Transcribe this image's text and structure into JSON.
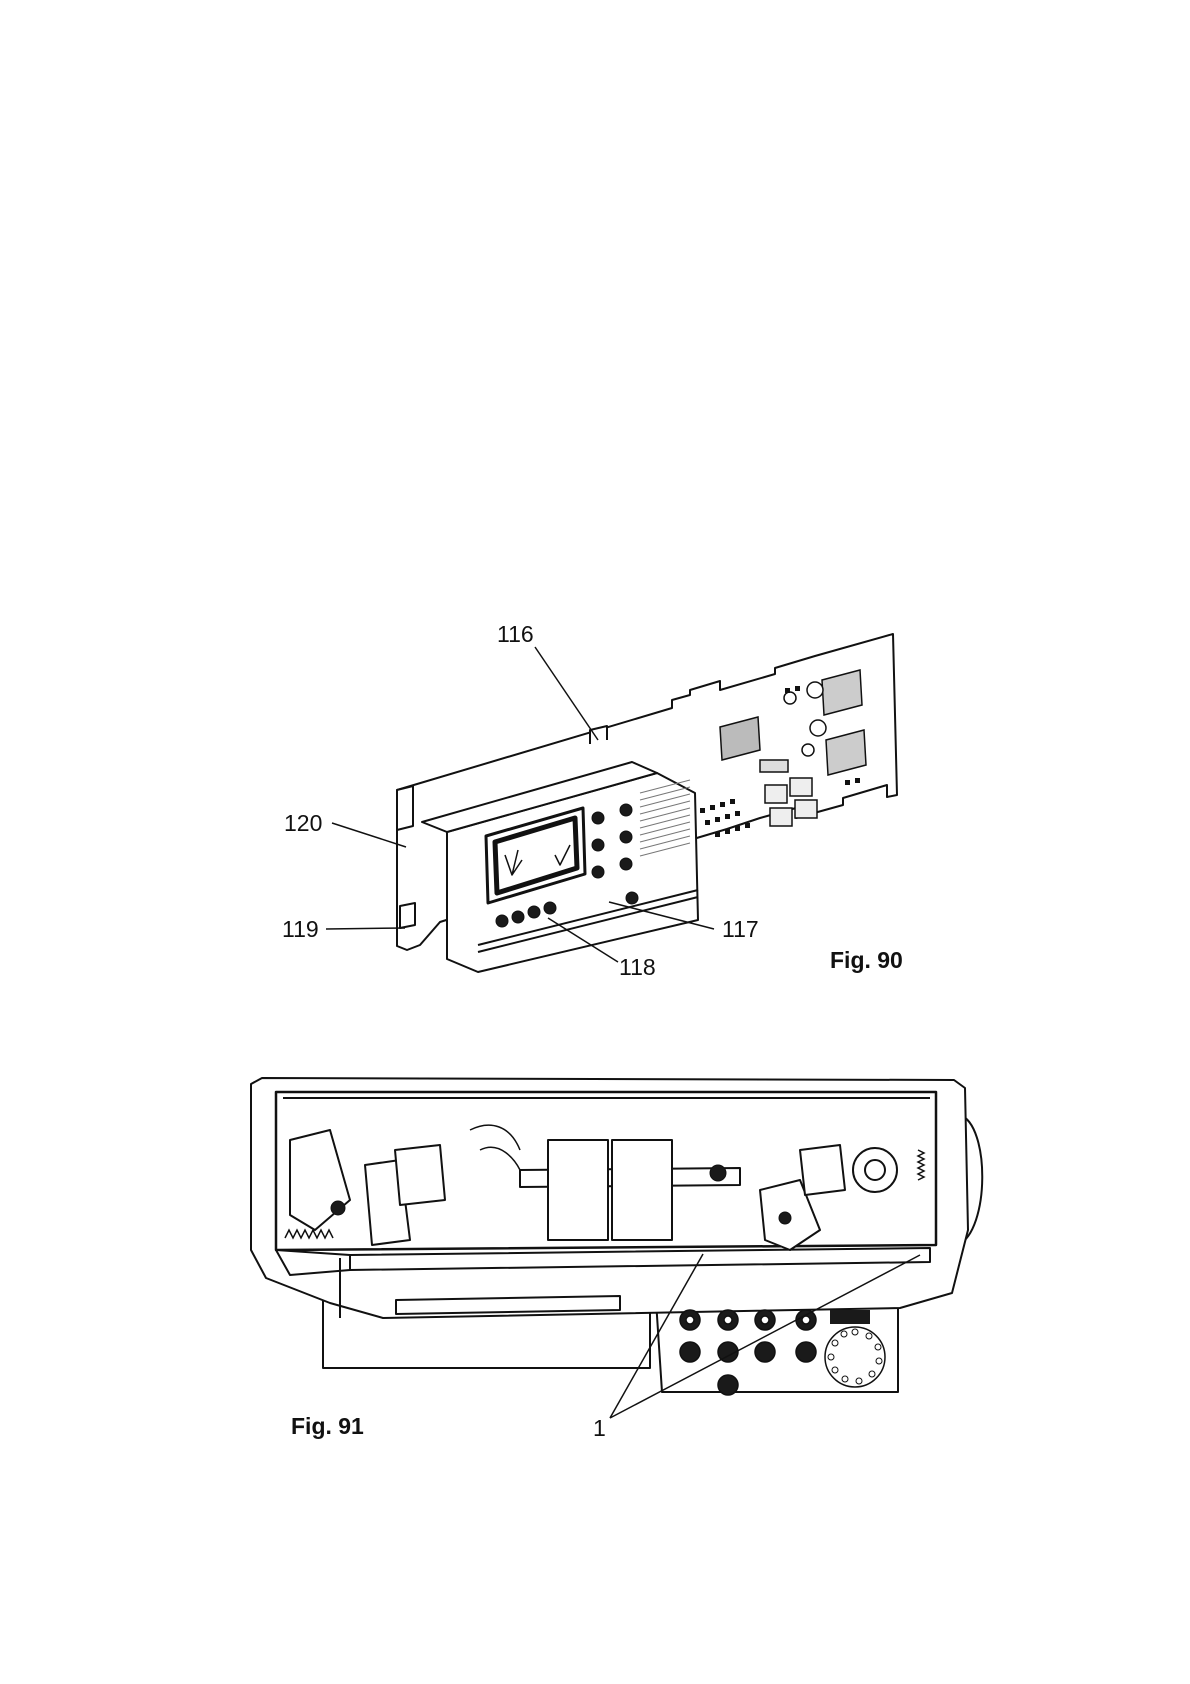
{
  "fig90": {
    "caption": "Fig. 90",
    "callouts": {
      "c116": "116",
      "c117": "117",
      "c118": "118",
      "c119": "119",
      "c120": "120"
    }
  },
  "fig91": {
    "caption": "Fig. 91",
    "callouts": {
      "c1": "1"
    }
  },
  "colors": {
    "line": "#111111",
    "fill": "#ffffff",
    "dark": "#1a1a1a",
    "grey": "#8a8a8a"
  }
}
